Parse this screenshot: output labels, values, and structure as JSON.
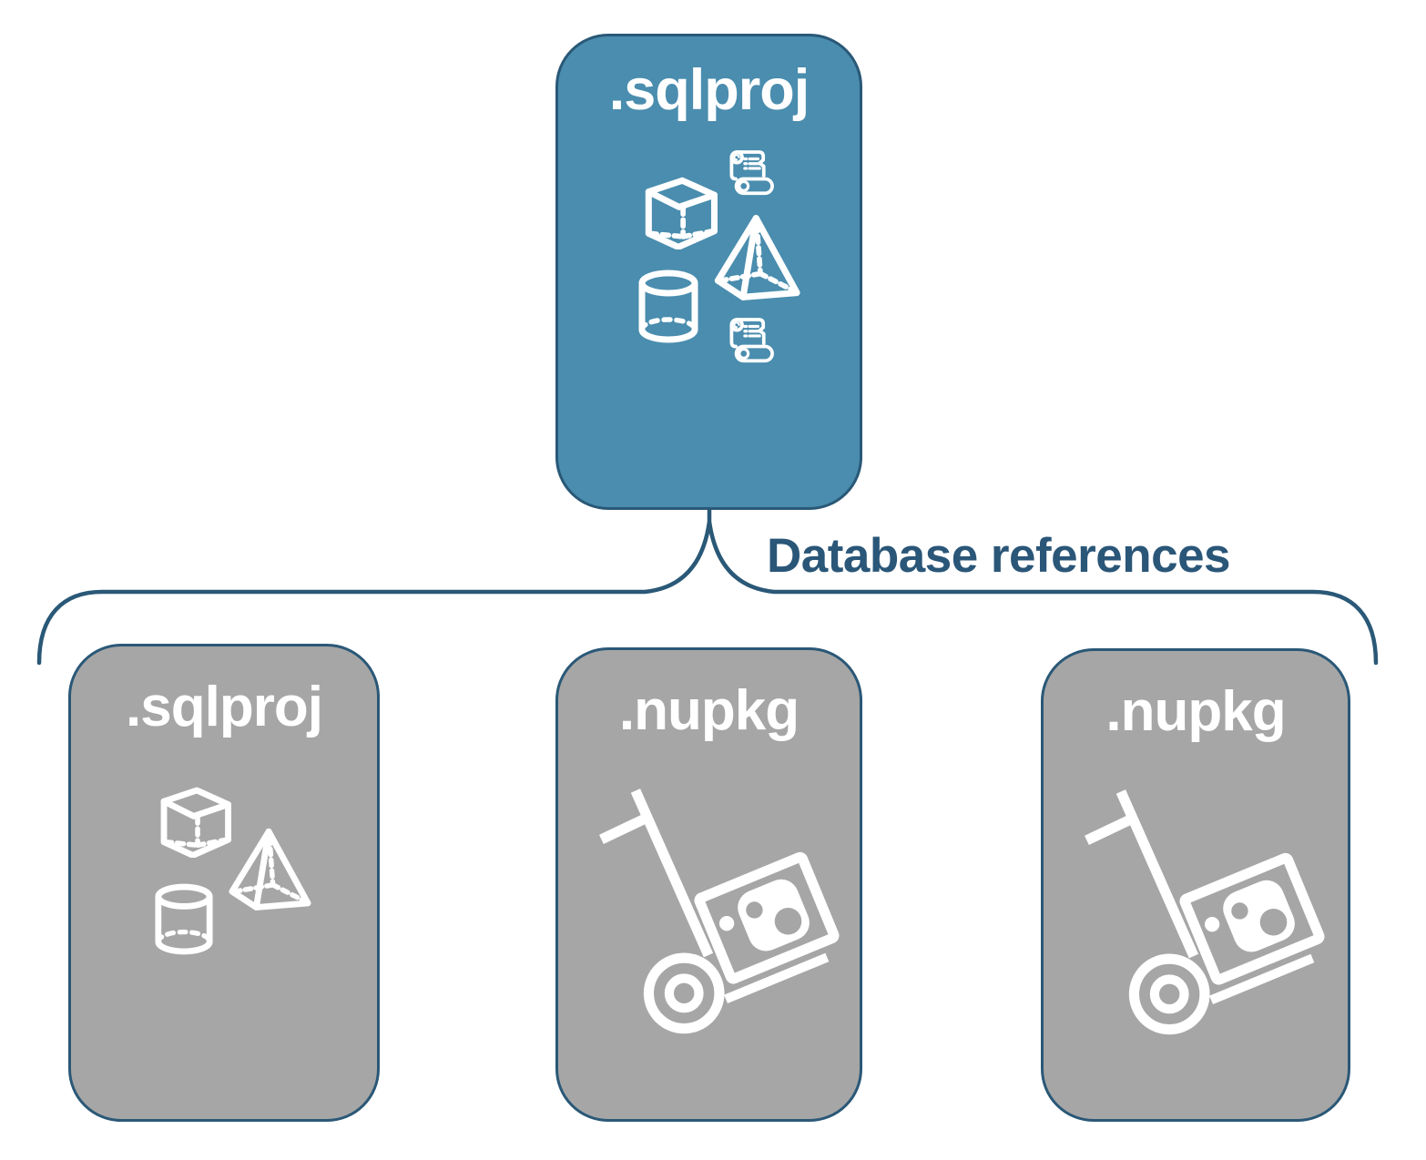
{
  "diagram": {
    "root": {
      "label": ".sqlproj",
      "icons": [
        "cube-icon",
        "sql-script-scroll-icon",
        "pyramid-icon",
        "database-cylinder-icon",
        "sql-script-scroll-icon"
      ]
    },
    "connector": {
      "label": "Database references"
    },
    "children": [
      {
        "label": ".sqlproj",
        "icons": [
          "cube-icon",
          "pyramid-icon",
          "database-cylinder-icon"
        ]
      },
      {
        "label": ".nupkg",
        "icons": [
          "package-dolly-icon"
        ]
      },
      {
        "label": ".nupkg",
        "icons": [
          "package-dolly-icon"
        ]
      }
    ],
    "colors": {
      "root_fill": "#4a8dae",
      "child_fill": "#a6a6a6",
      "outline": "#2a5877",
      "label_text": "#2a5678",
      "icon_stroke": "#ffffff",
      "background": "#ffffff"
    }
  }
}
